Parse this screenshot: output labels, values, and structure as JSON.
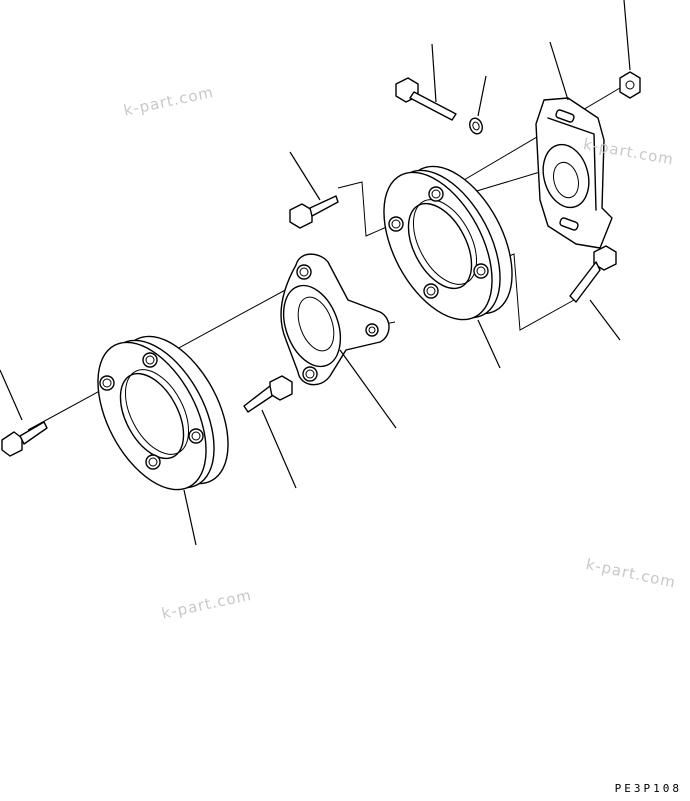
{
  "watermarks": [
    "k-part.com",
    "k-part.com",
    "k-part.com",
    "k-part.com"
  ],
  "drawing_code": "PE3P108",
  "parts": [
    {
      "name": "front-flange-plate",
      "shape": "circular flange with 4 bolt holes"
    },
    {
      "name": "adapter-flange",
      "shape": "cast flange bracket"
    },
    {
      "name": "rear-flange-plate",
      "shape": "circular flange with 4 bolt holes"
    },
    {
      "name": "clamp-bracket",
      "shape": "split bracket"
    },
    {
      "name": "bolt",
      "shape": "hex bolt"
    },
    {
      "name": "washer",
      "shape": "lock washer"
    },
    {
      "name": "nut",
      "shape": "hex nut"
    }
  ]
}
